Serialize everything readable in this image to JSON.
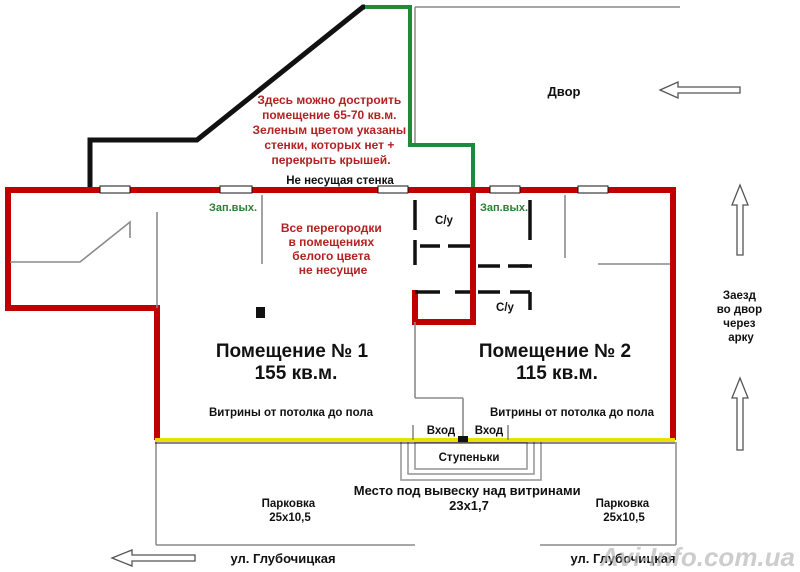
{
  "labels": {
    "room1_title": "Помещение № 1",
    "room1_area": "155 кв.м.",
    "room2_title": "Помещение № 2",
    "room2_area": "115 кв.м.",
    "yard": "Двор",
    "nonbearing_wall": "Не несущая стенка",
    "vitriny_left": "Витрины от потолка до пола",
    "vitriny_right": "Витрины от потолка до пола",
    "entrance_left": "Вход",
    "entrance_right": "Вход",
    "steps": "Ступеньки",
    "signboard_line1": "Место под вывеску над витринами",
    "signboard_line2": "23х1,7",
    "parking_left_line1": "Парковка",
    "parking_left_line2": "25х10,5",
    "parking_right_line1": "Парковка",
    "parking_right_line2": "25х10,5",
    "street_left": "ул. Глубочицкая",
    "street_right": "ул. Глубочицкая",
    "wc_upper": "С/у",
    "wc_lower": "С/у",
    "emergency_exit_left": "Зап.вых.",
    "emergency_exit_right": "Зап.вых.",
    "arch_line1": "Заезд",
    "arch_line2": "во двор",
    "arch_line3": "через",
    "arch_line4": "арку",
    "partitions_note": [
      "Все перегородки",
      "в помещениях",
      "белого цвета",
      "не несущие"
    ],
    "extension_note": [
      "Здесь можно достроить",
      "помещение  65-70 кв.м.",
      "Зеленым цветом указаны",
      "стенки, которых нет +",
      "перекрыть крышей."
    ],
    "watermark": "Avi-Info.com.ua"
  },
  "colors": {
    "bearing_wall": "#c00000",
    "missing_wall": "#1f8a3a",
    "facade": "#e8e000",
    "line": "#111111",
    "note_red": "#b22222",
    "note_green": "#2e7d32"
  }
}
